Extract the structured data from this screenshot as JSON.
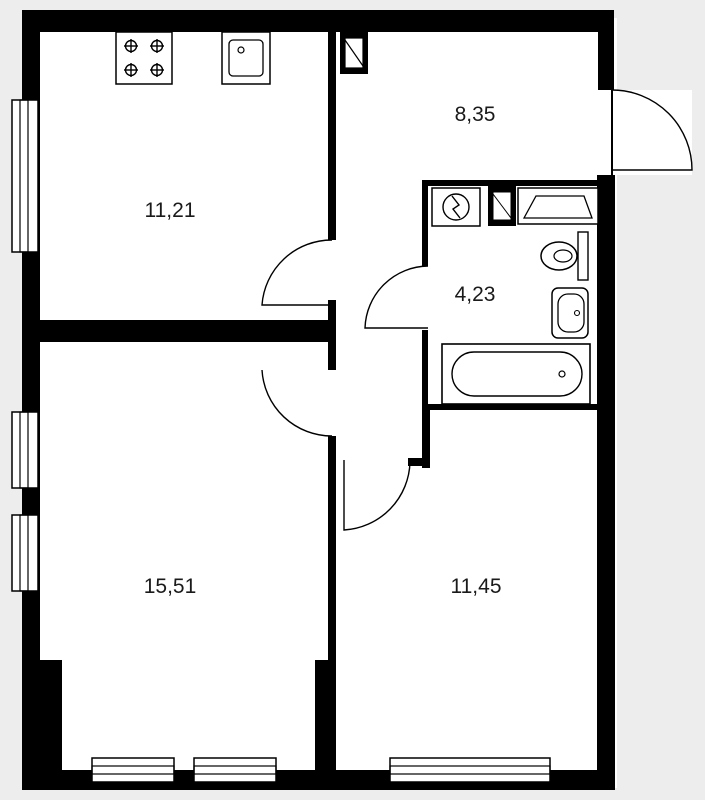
{
  "colors": {
    "background": "#ededed",
    "floor": "#ffffff",
    "wall": "#000000",
    "text": "#1a1a1a"
  },
  "rooms": {
    "kitchen": {
      "area": "11,21"
    },
    "hallway": {
      "area": "8,35"
    },
    "bathroom": {
      "area": "4,23"
    },
    "living_room": {
      "area": "15,51"
    },
    "bedroom": {
      "area": "11,45"
    }
  },
  "icons": {
    "stove": "stove-icon",
    "sink": "kitchen-sink-icon",
    "electrical_panel": "electrical-panel-icon",
    "washing_machine": "washing-machine-icon",
    "toilet": "toilet-icon",
    "washbasin": "washbasin-icon",
    "bathtub": "bathtub-icon"
  }
}
